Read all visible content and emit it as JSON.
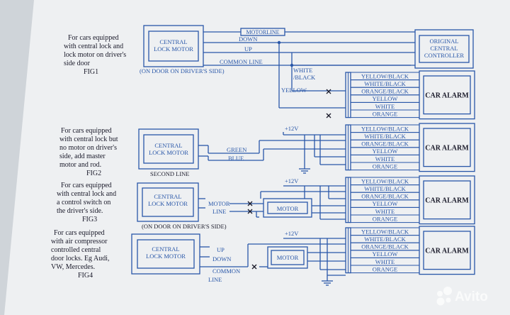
{
  "fig1": {
    "desc": [
      "For cars equipped",
      "with central lock and",
      "lock motor on driver's",
      "side door"
    ],
    "caption": "FIG1",
    "lock_motor": [
      "CENTRAL",
      "LOCK MOTOR"
    ],
    "controller": [
      "ORIGINAL",
      "CENTRAL",
      "CONTROLLER"
    ],
    "motorline": "MOTORLINE",
    "down": "DOWN",
    "up": "UP",
    "common_line": "COMMON LINE",
    "door_note": "(ON DOOR ON DRIVER'S SIDE)",
    "white": "WHITE",
    "black": "/BLACK",
    "yellow": "YELLOW"
  },
  "fig2": {
    "desc": [
      "For cars equipped",
      "with central lock but",
      "no motor on driver's",
      "side, add master",
      "motor and rod."
    ],
    "caption": "FIG2",
    "lock_motor": [
      "CENTRAL",
      "LOCK MOTOR"
    ],
    "second_line": "SECOND LINE",
    "green": "GREEN",
    "blue": "BLUE",
    "v12": "+12V"
  },
  "fig3": {
    "desc": [
      "For cars equipped",
      "with central lock and",
      "a control switch on",
      "the driver's side."
    ],
    "caption": "FIG3",
    "lock_motor": [
      "CENTRAL",
      "LOCK MOTOR"
    ],
    "motor_line": [
      "MOTOR",
      "LINE"
    ],
    "motor": "MOTOR",
    "door_note": "(ON DOOR ON DRIVER'S SIDE)",
    "v12": "+12V"
  },
  "fig4": {
    "desc": [
      "For cars equipped",
      "with air compressor",
      "controlled central",
      "door locks. Eg Audi,",
      "VW, Mercedes."
    ],
    "caption": "FIG4",
    "lock_motor": [
      "CENTRAL",
      "LOCK MOTOR"
    ],
    "up": "UP",
    "down": "DOWN",
    "common_line": [
      "COMMON",
      "LINE"
    ],
    "motor": "MOTOR",
    "v12": "+12V"
  },
  "alarm": {
    "label": "CAR ALARM",
    "wires": [
      "YELLOW/BLACK",
      "WHITE/BLACK",
      "ORANGE/BLACK",
      "YELLOW",
      "WHITE",
      "ORANGE"
    ]
  },
  "watermark": "Avito",
  "colors": {
    "ink": "#2856a8",
    "paper": "#eef0f2",
    "black_text": "#1a1a2a",
    "background": "#cfd4d9"
  }
}
